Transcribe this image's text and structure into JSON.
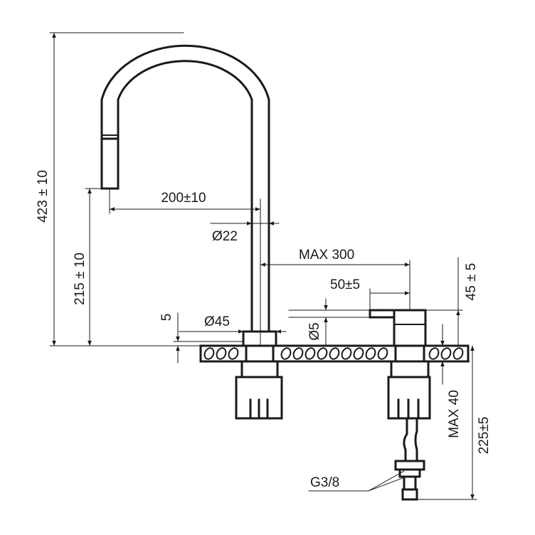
{
  "dimensions": {
    "total_height": "423 ± 10",
    "spout_height": "215 ± 10",
    "spout_reach": "200±10",
    "spout_diameter": "Ø22",
    "base_diameter": "Ø45",
    "base_thickness": "5",
    "lever_diameter": "Ø5",
    "max_distance": "MAX 300",
    "lever_length": "50±5",
    "lever_height": "45 ± 5",
    "max_deck": "MAX 40",
    "hose_length": "225±5",
    "connection": "G3/8"
  },
  "colors": {
    "stroke": "#1a1a1a",
    "background": "#ffffff"
  }
}
